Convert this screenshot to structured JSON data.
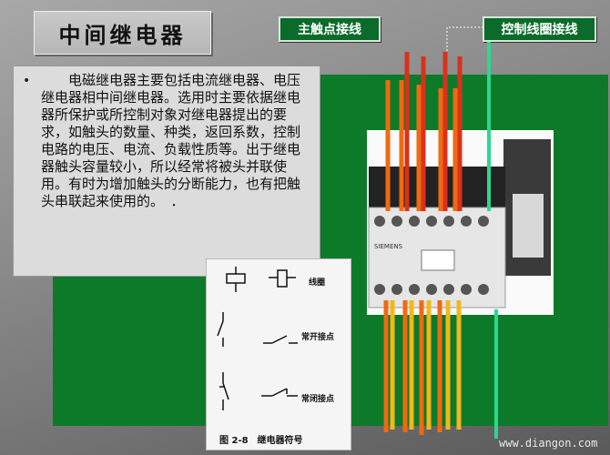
{
  "title": "中间继电器",
  "labels": {
    "main_contact": "主触点接线",
    "control_coil": "控制线圈接线"
  },
  "body_text": "电磁继电器主要包括电流继电器、电压继电器相中间继电器。选用时主要依据继电器所保护或所控制对象对继电器提出的要求，如触头的数量、种类，返回系数，控制电路的电压、电流、负载性质等。出于继电器触头容量较小，所以经常将被头并联使用。有时为增加触头的分断能力，也有把触头串联起来使用的。　．",
  "bullet": "•",
  "symbols": {
    "coil": "线圈",
    "no_contact": "常开接点",
    "nc_contact": "常闭接点",
    "caption": "图 2-8　继电器符号"
  },
  "photo": {
    "brand": "SIEMENS"
  },
  "watermark": "www.diangon.com",
  "colors": {
    "green": "#0d7a2a",
    "red_wire": "#d8311c",
    "orange_wire": "#f06a10",
    "yellow_wire": "#f0b81a",
    "coil_wire": "#2ad890"
  }
}
